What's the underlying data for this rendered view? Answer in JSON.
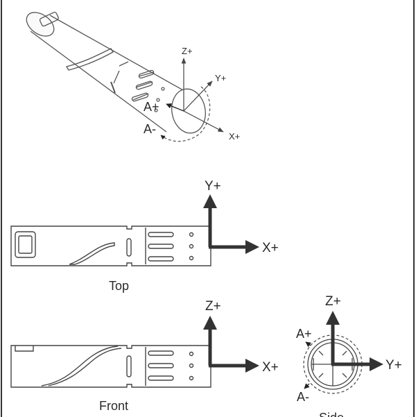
{
  "iso": {
    "z_label": "Z+",
    "y_label": "Y+",
    "x_label": "X+",
    "a_plus_label": "A+",
    "a_minus_label": "A-"
  },
  "top_view": {
    "caption": "Top",
    "y_label": "Y+",
    "x_label": "X+"
  },
  "front_view": {
    "caption": "Front",
    "z_label": "Z+",
    "x_label": "X+"
  },
  "side_view": {
    "caption": "Side",
    "z_label": "Z+",
    "y_label": "Y+",
    "a_plus_label": "A+",
    "a_minus_label": "A-"
  }
}
